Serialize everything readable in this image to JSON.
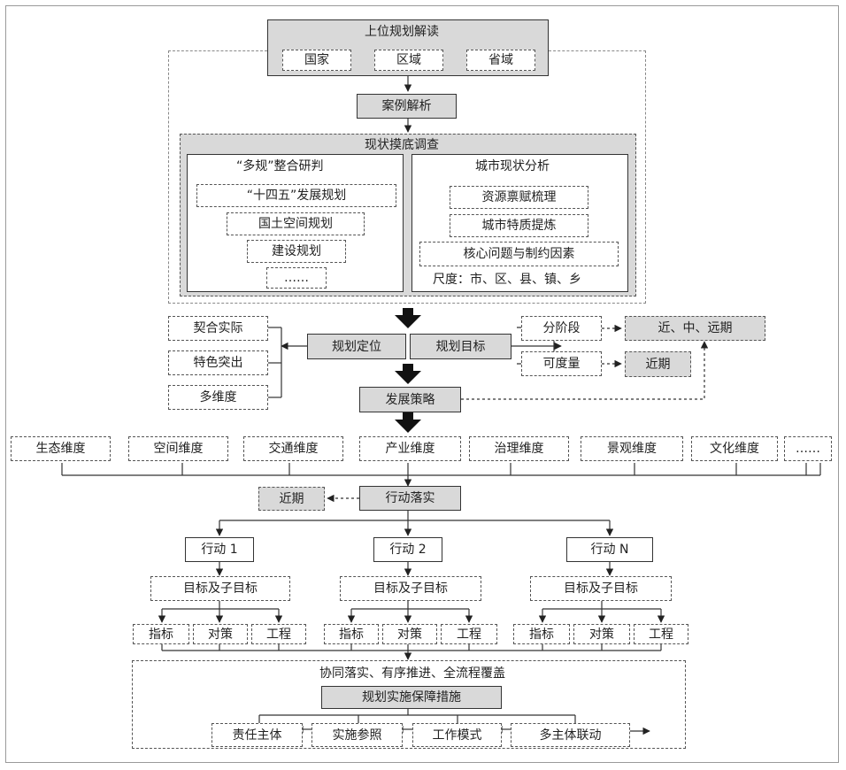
{
  "upper": {
    "title": "上位规划解读",
    "items": [
      "国家",
      "区域",
      "省域"
    ]
  },
  "case_analysis": "案例解析",
  "survey": {
    "title": "现状摸底调查",
    "left": {
      "title": "“多规”整合研判",
      "items": [
        "“十四五”发展规划",
        "国土空间规划",
        "建设规划",
        "……"
      ]
    },
    "right": {
      "title": "城市现状分析",
      "items": [
        "资源禀赋梳理",
        "城市特质提炼",
        "核心问题与制约因素"
      ],
      "scale": "尺度：市、区、县、镇、乡"
    }
  },
  "positioning": {
    "label": "规划定位",
    "traits": [
      "契合实际",
      "特色突出",
      "多维度"
    ]
  },
  "target": {
    "label": "规划目标",
    "stage": "分阶段",
    "stage_value": "近、中、远期",
    "measurable": "可度量",
    "measurable_value": "近期"
  },
  "strategy": "发展策略",
  "dimensions": [
    "生态维度",
    "空间维度",
    "交通维度",
    "产业维度",
    "治理维度",
    "景观维度",
    "文化维度",
    "……"
  ],
  "implementation": {
    "label": "行动落实",
    "short_term": "近期"
  },
  "actions": [
    {
      "label": "行动 1",
      "goal": "目标及子目标",
      "parts": [
        "指标",
        "对策",
        "工程"
      ]
    },
    {
      "label": "行动 2",
      "goal": "目标及子目标",
      "parts": [
        "指标",
        "对策",
        "工程"
      ]
    },
    {
      "label": "行动 N",
      "goal": "目标及子目标",
      "parts": [
        "指标",
        "对策",
        "工程"
      ]
    }
  ],
  "guarantee": {
    "principle": "协同落实、有序推进、全流程覆盖",
    "title": "规划实施保障措施",
    "items": [
      "责任主体",
      "实施参照",
      "工作模式",
      "多主体联动"
    ]
  }
}
